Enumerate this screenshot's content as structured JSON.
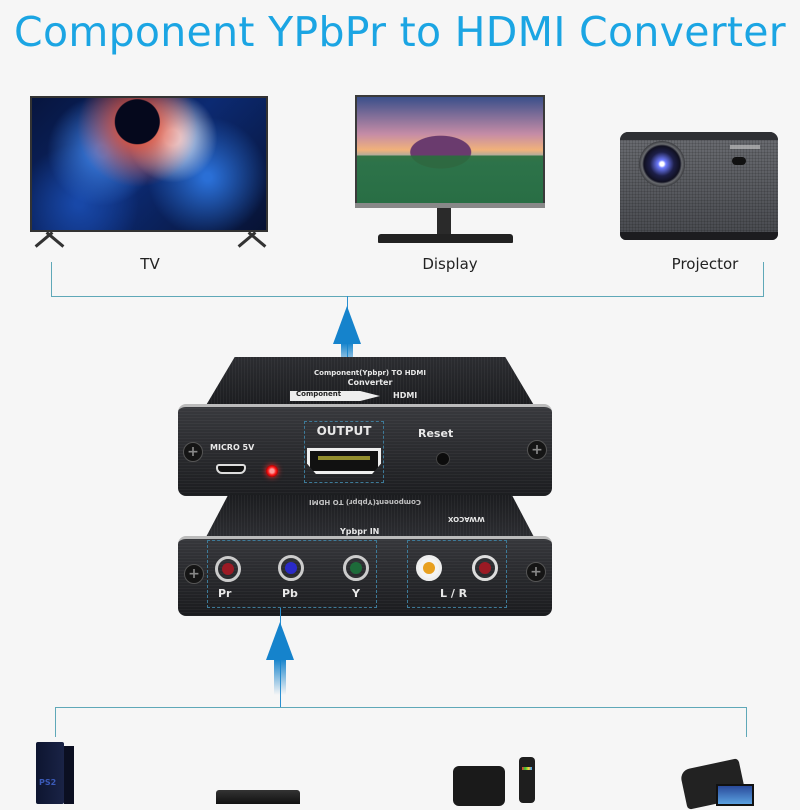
{
  "header": {
    "title": "Component YPbPr to HDMI Converter"
  },
  "colors": {
    "title": "#1ba5e3",
    "arrow": "#1583cc",
    "connector_line": "#5fa8b8",
    "background": "#f6f6f6"
  },
  "outputs": {
    "items": [
      {
        "label": "TV",
        "icon": "tv-icon"
      },
      {
        "label": "Display",
        "icon": "monitor-icon"
      },
      {
        "label": "Projector",
        "icon": "projector-icon"
      }
    ]
  },
  "converter": {
    "top_title_line1": "Component(Ypbpr) TO HDMI",
    "top_title_line2": "Converter",
    "flow_from": "Component",
    "flow_to": "HDMI",
    "power_label": "MICRO 5V",
    "output_label": "OUTPUT",
    "reset_label": "Reset",
    "input_section_label": "Ypbpr IN",
    "brand": "WWACOX",
    "video_inputs": [
      {
        "label": "Pr",
        "color": "#9b1a24"
      },
      {
        "label": "Pb",
        "color": "#2a2ac8"
      },
      {
        "label": "Y",
        "color": "#1d6b3a"
      }
    ],
    "audio_label": "L / R",
    "audio_inputs": [
      {
        "side": "L",
        "color": "#e8a020"
      },
      {
        "side": "R",
        "color": "#9b1a24"
      }
    ]
  },
  "sources": {
    "items": [
      {
        "icon": "game-console-icon",
        "logo": "PS2"
      },
      {
        "icon": "blu-ray-player-icon"
      },
      {
        "icon": "tv-box-remote-icon"
      },
      {
        "icon": "camcorder-icon"
      }
    ]
  }
}
